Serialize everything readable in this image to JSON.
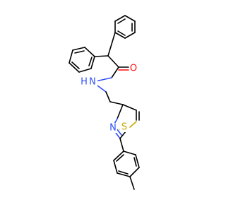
{
  "molecule": {
    "atoms": [
      {
        "id": "O1",
        "symbol": "O",
        "color_key": "atom-o"
      },
      {
        "id": "N1",
        "symbol": "N",
        "color_key": "atom-n"
      },
      {
        "id": "H1",
        "symbol": "H",
        "color_key": "atom-h"
      },
      {
        "id": "N2",
        "symbol": "N",
        "color_key": "atom-n"
      },
      {
        "id": "S1",
        "symbol": "S",
        "color_key": "atom-s"
      }
    ],
    "colors": {
      "carbon_bond": "#000000",
      "oxygen": "#ff0d0d",
      "nitrogen": "#3050f8",
      "sulfur": "#c8a800",
      "background": "#ffffff"
    }
  }
}
